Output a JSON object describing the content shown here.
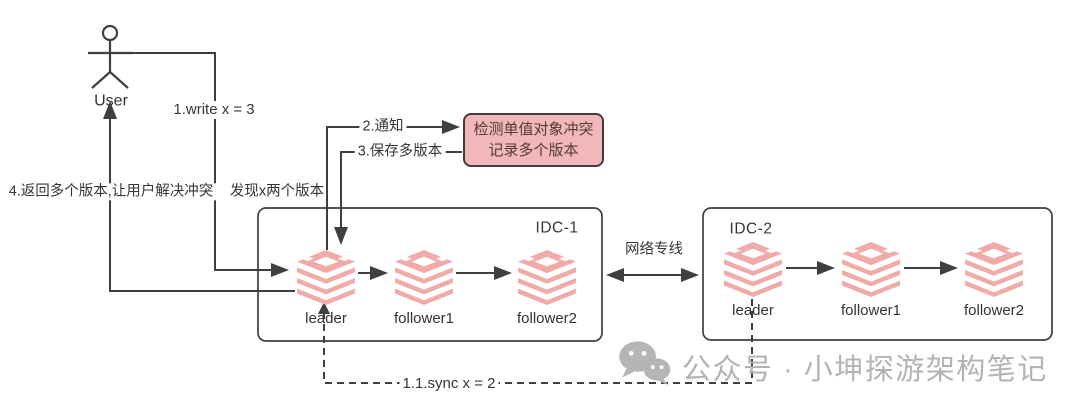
{
  "diagram": {
    "user": {
      "label": "User"
    },
    "arrows": {
      "write": "1.write x = 3",
      "notify": "2.通知",
      "save": "3.保存多版本",
      "return": "4.返回多个版本,让用户解决冲突",
      "discover": "发现x两个版本",
      "network": "网络专线",
      "sync": "1.1.sync x = 2"
    },
    "conflict_box": {
      "line1": "检测单值对象冲突",
      "line2": "记录多个版本"
    },
    "idc1": {
      "label": "IDC-1",
      "nodes": [
        {
          "label": "leader"
        },
        {
          "label": "follower1"
        },
        {
          "label": "follower2"
        }
      ]
    },
    "idc2": {
      "label": "IDC-2",
      "nodes": [
        {
          "label": "leader"
        },
        {
          "label": "follower1"
        },
        {
          "label": "follower2"
        }
      ]
    },
    "watermark": {
      "text": "公众号 · 小坤探游架构笔记"
    },
    "colors": {
      "line": "#3f3f3f",
      "node_icon": "#f0aba9",
      "conflict_bg": "#f2b7b9",
      "conflict_border": "#433a3c",
      "conflict_text": "#53393c",
      "watermark": "#b3b3b3"
    }
  }
}
